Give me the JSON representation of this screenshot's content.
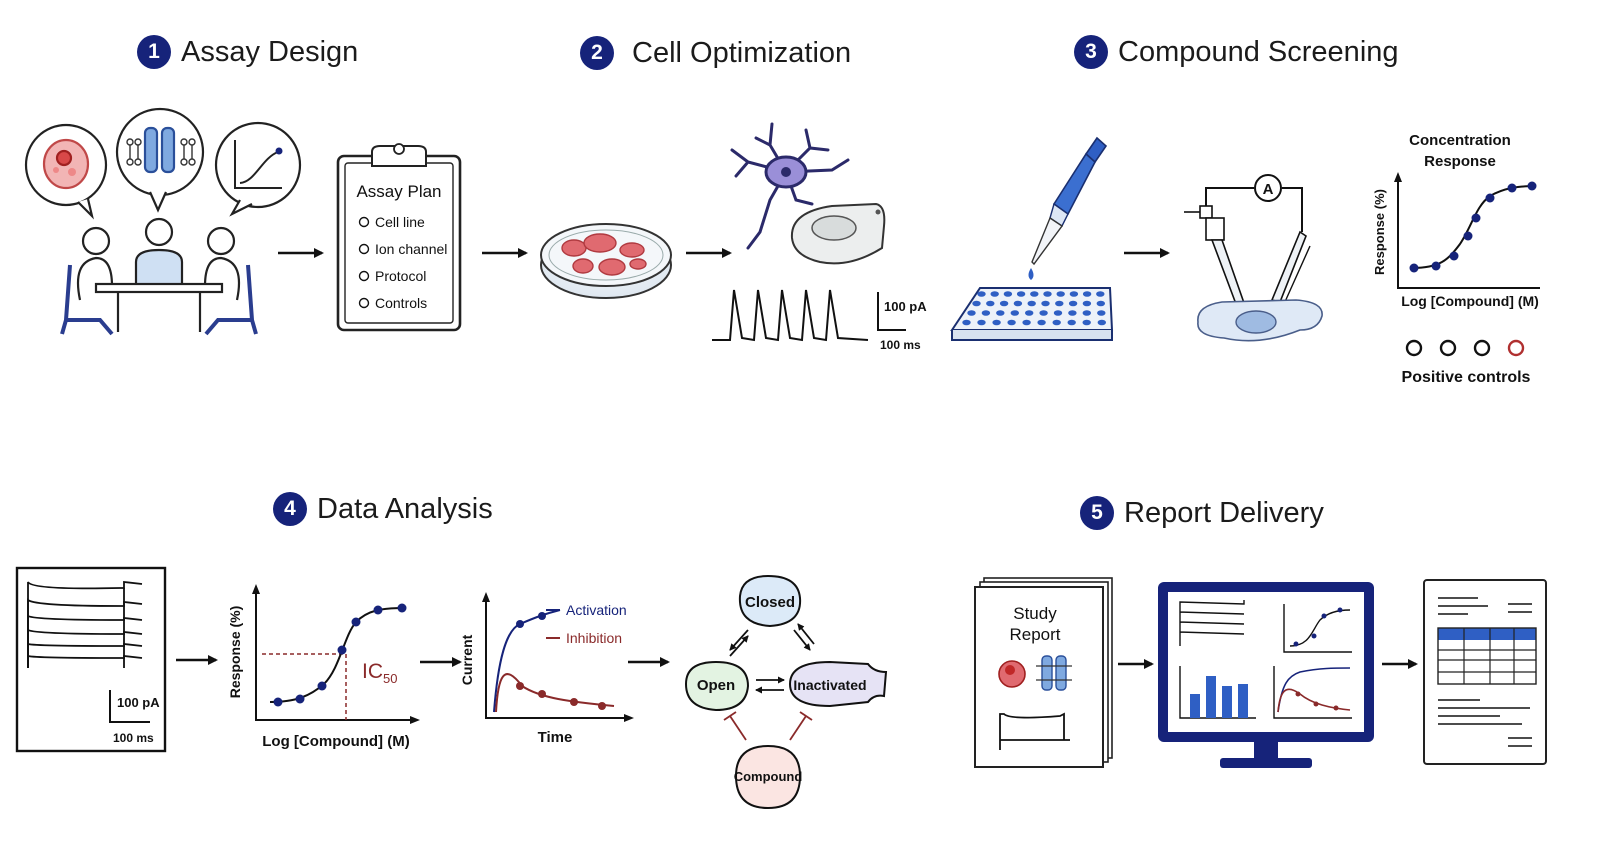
{
  "steps": [
    {
      "number": "1",
      "title": "Assay Design"
    },
    {
      "number": "2",
      "title": "Cell Optimization"
    },
    {
      "number": "3",
      "title": "Compound Screening"
    },
    {
      "number": "4",
      "title": "Data Analysis"
    },
    {
      "number": "5",
      "title": "Report Delivery"
    }
  ],
  "assay_plan": {
    "title": "Assay Plan",
    "items": [
      "Cell line",
      "Ion channel",
      "Protocol",
      "Controls"
    ]
  },
  "cell_optimization": {
    "scale_current": "100 pA",
    "scale_time": "100 ms"
  },
  "compound_screening": {
    "ammeter": "A",
    "cr_title_line1": "Concentration",
    "cr_title_line2": "Response",
    "cr_ylabel": "Response (%)",
    "cr_xlabel": "Log [Compound] (M)",
    "controls_label": "Positive controls"
  },
  "data_analysis": {
    "trace_scale_current": "100 pA",
    "trace_scale_time": "100 ms",
    "ic50_ylabel": "Response (%)",
    "ic50_xlabel": "Log [Compound] (M)",
    "ic50_label": "IC",
    "ic50_sub": "50",
    "kinetics_ylabel": "Current",
    "kinetics_xlabel": "Time",
    "legend_activation": "Activation",
    "legend_inhibition": "Inhibition",
    "state_closed": "Closed",
    "state_open": "Open",
    "state_inactivated": "Inactivated",
    "state_compound": "Compound"
  },
  "report_delivery": {
    "report_line1": "Study",
    "report_line2": "Report"
  },
  "colors": {
    "navy": "#16237a",
    "blue": "#2f5fc4",
    "red": "#a03030",
    "lightblue": "#cfe0f3"
  }
}
